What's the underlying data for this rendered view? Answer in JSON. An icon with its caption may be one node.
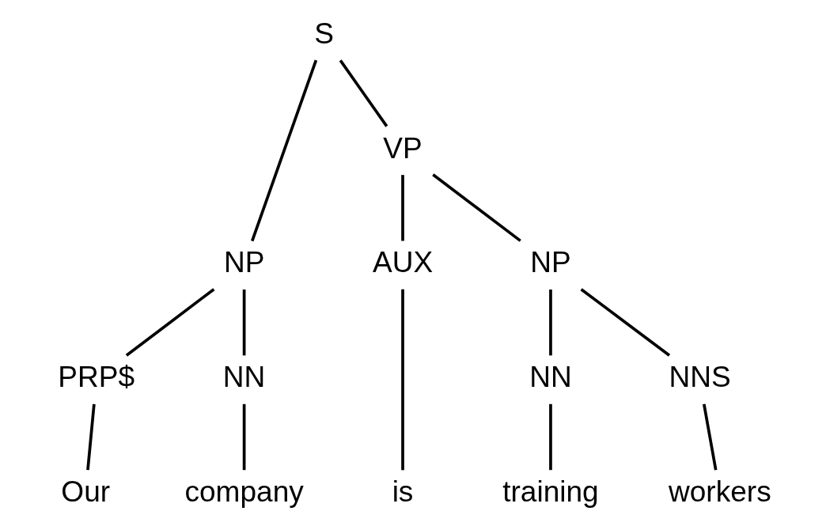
{
  "diagram": {
    "nodes": [
      {
        "text": [
          "S"
        ]
      },
      {
        "text": [
          "NP"
        ]
      },
      {
        "text": [
          "VP"
        ]
      },
      {
        "text": [
          "PRP$"
        ]
      },
      {
        "text": [
          "NN"
        ]
      },
      {
        "text": [
          "AUX"
        ]
      },
      {
        "text": [
          "NP"
        ]
      },
      {
        "text": [
          "NN"
        ]
      },
      {
        "text": [
          "NNS"
        ]
      },
      {
        "text": [
          "Our"
        ]
      },
      {
        "text": [
          "company"
        ]
      },
      {
        "text": [
          "is"
        ]
      },
      {
        "text": [
          "training"
        ]
      },
      {
        "text": [
          "workers"
        ]
      }
    ],
    "edges": [
      {
        "from": 0,
        "to": 1,
        "arrow": "none"
      },
      {
        "from": 0,
        "to": 2,
        "arrow": "none"
      },
      {
        "from": 1,
        "to": 3,
        "arrow": "none"
      },
      {
        "from": 1,
        "to": 4,
        "arrow": "none"
      },
      {
        "from": 2,
        "to": 5,
        "arrow": "none"
      },
      {
        "from": 2,
        "to": 6,
        "arrow": "none"
      },
      {
        "from": 6,
        "to": 7,
        "arrow": "none"
      },
      {
        "from": 6,
        "to": 8,
        "arrow": "none"
      },
      {
        "from": 3,
        "to": 9,
        "arrow": "none"
      },
      {
        "from": 4,
        "to": 10,
        "arrow": "none"
      },
      {
        "from": 5,
        "to": 11,
        "arrow": "none"
      },
      {
        "from": 7,
        "to": 12,
        "arrow": "none"
      },
      {
        "from": 8,
        "to": 13,
        "arrow": "none"
      }
    ]
  }
}
